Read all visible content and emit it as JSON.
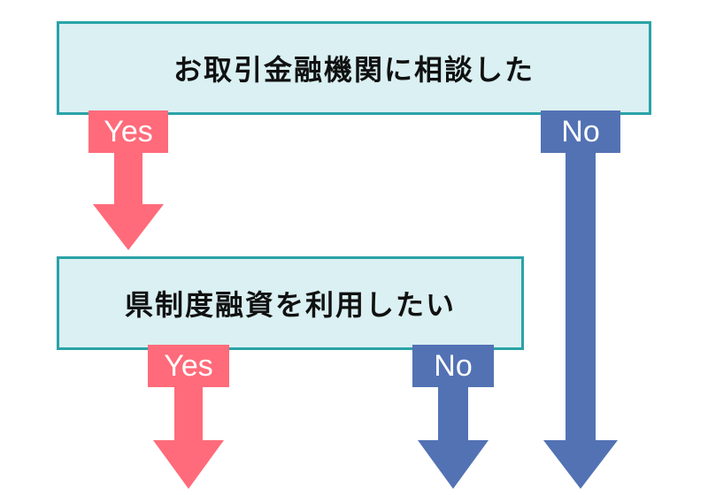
{
  "colors": {
    "box_fill": "#daf0f2",
    "box_border": "#2aa3a7",
    "yes_arrow": "#ff6b7a",
    "no_arrow": "#5272b4",
    "label_text": "#ffffff",
    "box_text": "#111111"
  },
  "steps": [
    {
      "question": "お取引金融機関に相談した",
      "yes_label": "Yes",
      "no_label": "No"
    },
    {
      "question": "県制度融資を利用したい",
      "yes_label": "Yes",
      "no_label": "No"
    }
  ]
}
